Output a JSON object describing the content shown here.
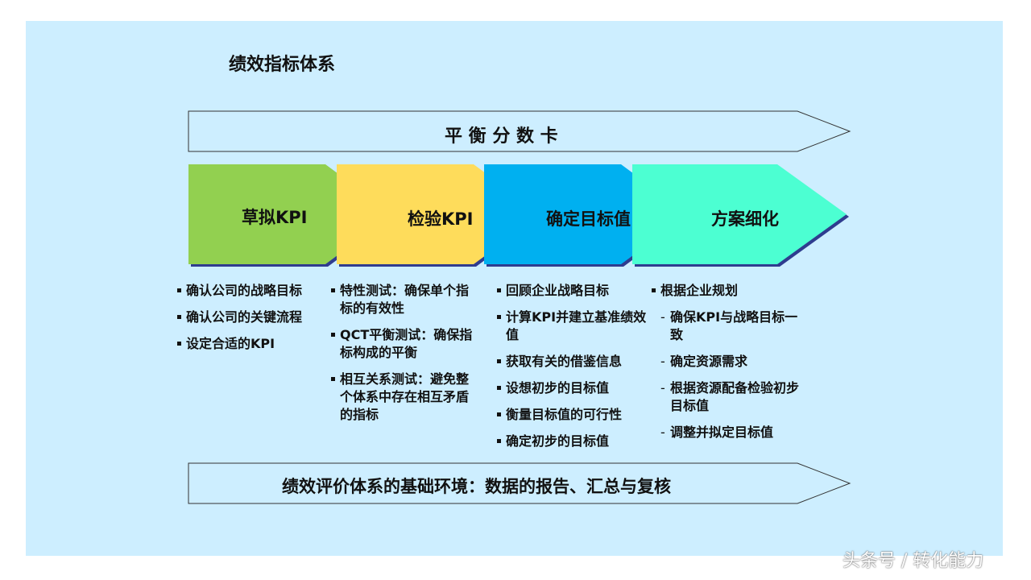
{
  "title": "绩效指标体系",
  "top_arrow": "平 衡 分 数 卡",
  "bottom_arrow": "绩效评价体系的基础环境：数据的报告、汇总与复核",
  "stages": [
    {
      "label": "草拟KPI",
      "color": "#92d050"
    },
    {
      "label": "检验KPI",
      "color": "#fedc5b"
    },
    {
      "label": "确定目标值",
      "color": "#00b0f0"
    },
    {
      "label": "方案细化",
      "color": "#4cffd2"
    }
  ],
  "columns": [
    {
      "items": [
        {
          "text": "确认公司的战略目标",
          "sub": false
        },
        {
          "text": "确认公司的关键流程",
          "sub": false
        },
        {
          "text": "设定合适的KPI",
          "sub": false
        }
      ]
    },
    {
      "items": [
        {
          "text": "特性测试：确保单个指标的有效性",
          "sub": false
        },
        {
          "text": "QCT平衡测试：确保指标构成的平衡",
          "sub": false
        },
        {
          "text": "相互关系测试：避免整个体系中存在相互矛盾的指标",
          "sub": false
        }
      ]
    },
    {
      "items": [
        {
          "text": "回顾企业战略目标",
          "sub": false
        },
        {
          "text": "计算KPI并建立基准绩效值",
          "sub": false
        },
        {
          "text": "获取有关的借鉴信息",
          "sub": false
        },
        {
          "text": "设想初步的目标值",
          "sub": false
        },
        {
          "text": "衡量目标值的可行性",
          "sub": false
        },
        {
          "text": "确定初步的目标值",
          "sub": false
        }
      ]
    },
    {
      "items": [
        {
          "text": "根据企业规划",
          "sub": false
        },
        {
          "text": "确保KPI与战略目标一致",
          "sub": true
        },
        {
          "text": "确定资源需求",
          "sub": true
        },
        {
          "text": "根据资源配备检验初步目标值",
          "sub": true
        },
        {
          "text": "调整并拟定目标值",
          "sub": true
        }
      ]
    }
  ],
  "watermark": "头条号 / 转化能力"
}
